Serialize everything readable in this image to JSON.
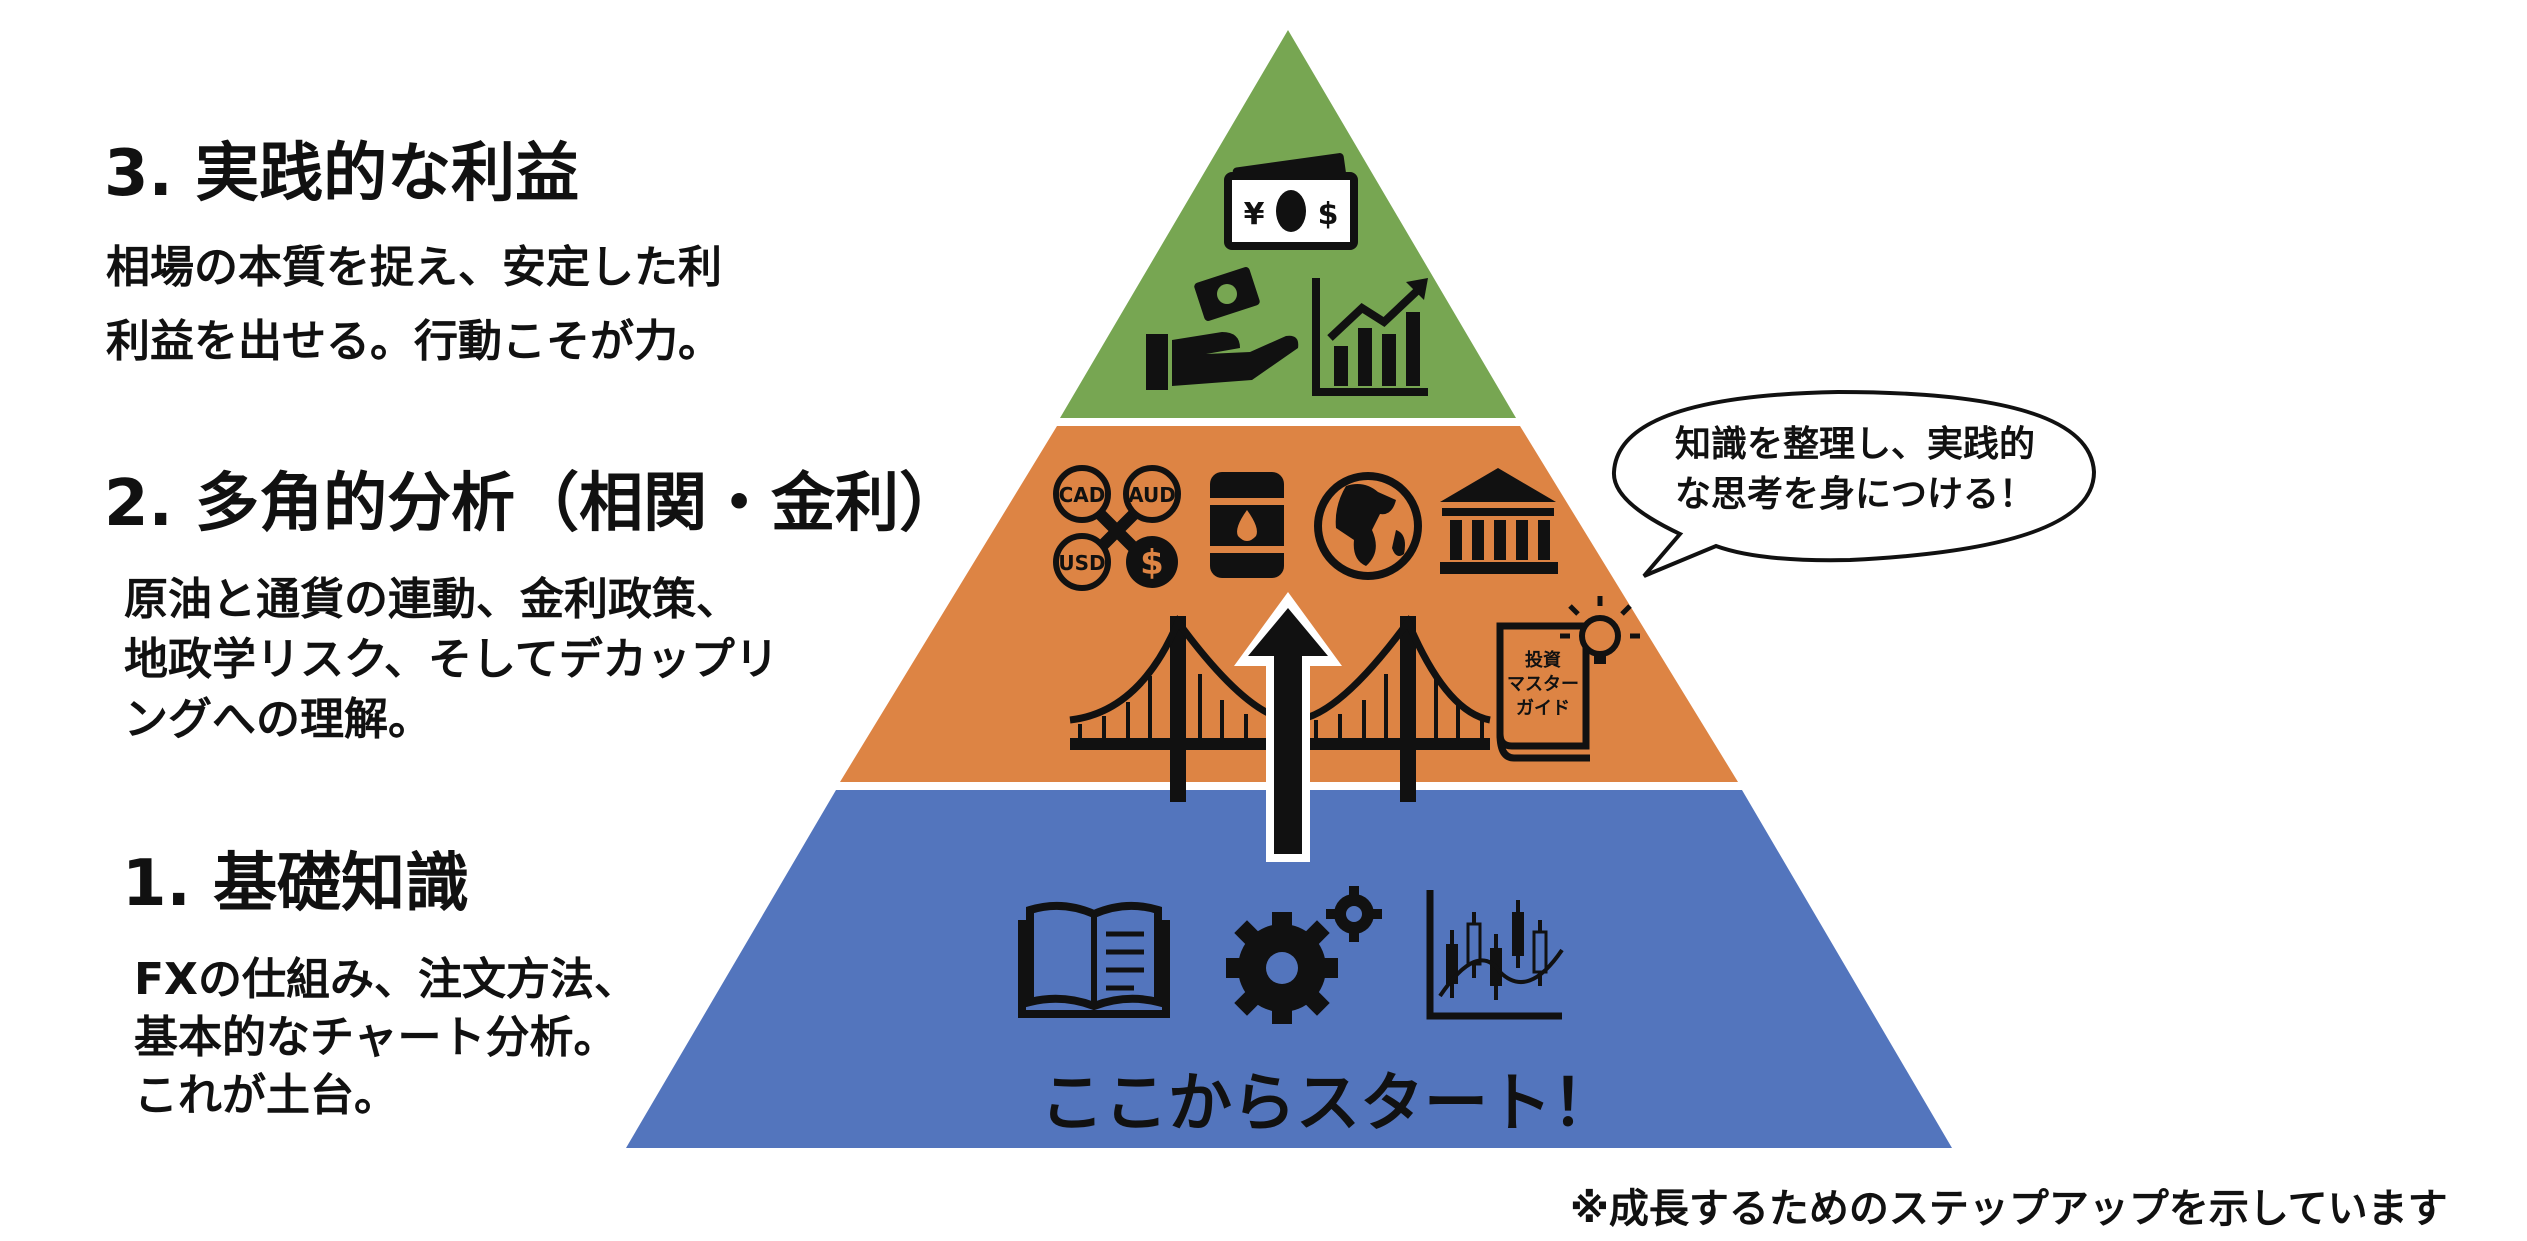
{
  "levels": [
    {
      "title": "3. 実践的な利益",
      "lines": [
        "相場の本質を捉え、安定した利",
        "利益を出せる。行動こそが力。"
      ],
      "color": "#77a652"
    },
    {
      "title": "2. 多角的分析（相関・金利）",
      "lines": [
        "原油と通貨の連動、金利政策、",
        "地政学リスク、そしてデカップリ",
        "ングへの理解。"
      ],
      "color": "#dd8444"
    },
    {
      "title": "1. 基礎知識",
      "lines": [
        "FXの仕組み、注文方法、",
        "基本的なチャート分析。",
        "これが土台。"
      ],
      "color": "#5375bd"
    }
  ],
  "speech_bubble": {
    "lines": [
      "知識を整理し、実践的",
      "な思考を身につける！"
    ]
  },
  "start_label": "ここからスタート！",
  "icons": {
    "top": [
      "money-bills-icon",
      "hand-money-icon",
      "growth-chart-icon"
    ],
    "middle": [
      "currency-pairs-icon",
      "oil-barrel-icon",
      "globe-icon",
      "bank-icon",
      "bridge-icon",
      "guidebook-icon"
    ],
    "bottom": [
      "open-book-icon",
      "gears-icon",
      "candlestick-chart-icon"
    ]
  },
  "icon_labels": {
    "currency": [
      "CAD",
      "AUD",
      "USD"
    ],
    "guidebook": [
      "投資",
      "マスター",
      "ガイド"
    ],
    "yen": "¥",
    "dollar": "$"
  },
  "footnote": "※成長するためのステップアップを示しています"
}
